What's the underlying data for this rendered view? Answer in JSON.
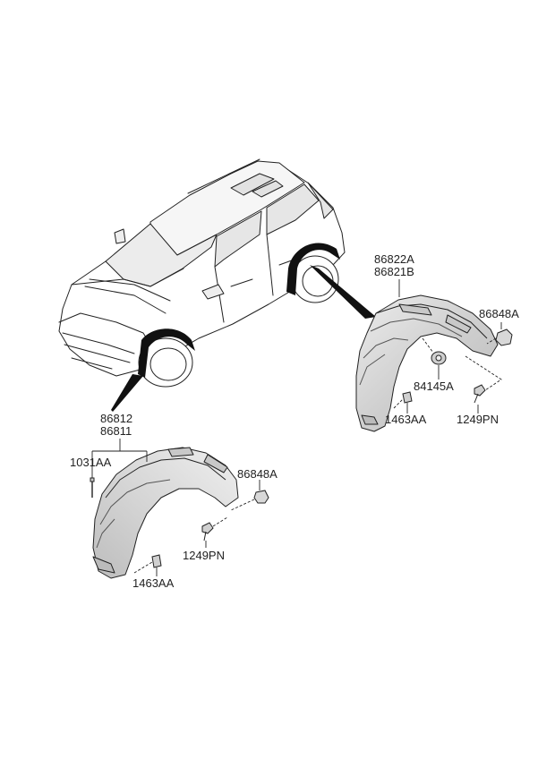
{
  "labels": {
    "rear_part_a": "86822A",
    "rear_part_b": "86821B",
    "rear_nut": "86848A",
    "rear_clip_center": "84145A",
    "rear_bolt": "1463AA",
    "rear_pin": "1249PN",
    "front_part_a": "86812",
    "front_part_b": "86811",
    "front_screw": "1031AA",
    "front_nut": "86848A",
    "front_pin": "1249PN",
    "front_bolt": "1463AA"
  },
  "colors": {
    "line": "#222222",
    "part_fill": "#dcdcdc",
    "part_shade": "#c4c4c4",
    "highlight": "#111111"
  }
}
